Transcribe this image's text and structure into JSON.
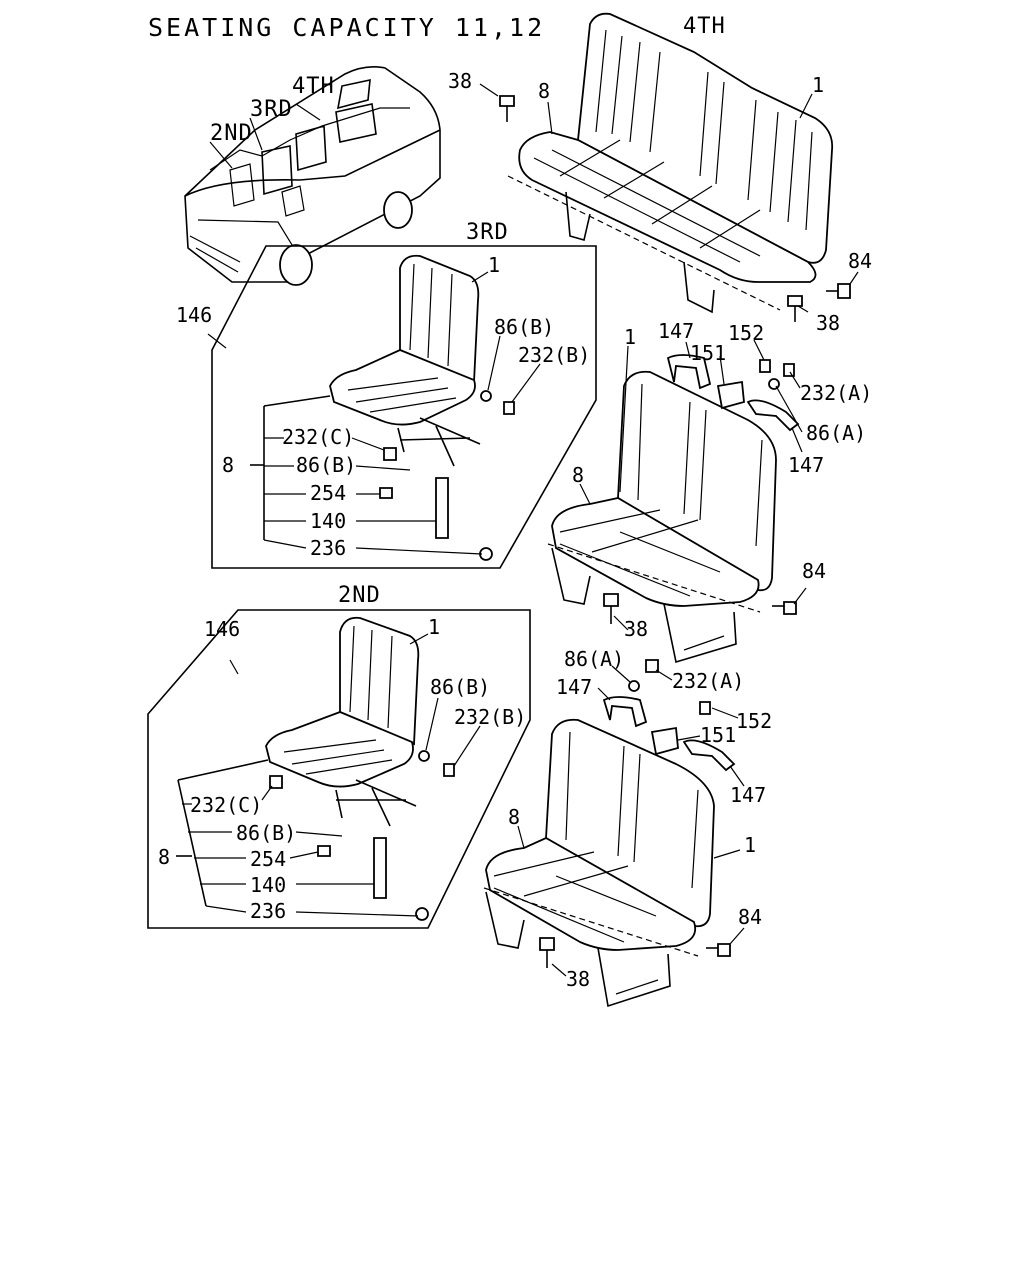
{
  "title": "SEATING CAPACITY 11,12",
  "van": {
    "row_labels": [
      "4TH",
      "3RD",
      "2ND"
    ]
  },
  "sections": {
    "fourth": {
      "heading": "4TH",
      "callouts": {
        "seat": "1",
        "cushion": "8",
        "bolt_top": "38",
        "bolt_bottom": "38",
        "bolt_side": "84"
      }
    },
    "third": {
      "heading": "3RD",
      "callouts": {
        "assembly": "146",
        "seat": "1",
        "washer": "86(B)",
        "screw": "232(B)"
      },
      "bracket_label": "8",
      "bracket_items": [
        "232(C)",
        "86(B)",
        "254",
        "140",
        "236"
      ]
    },
    "second": {
      "heading": "2ND",
      "callouts": {
        "assembly": "146",
        "seat": "1",
        "washer": "86(B)",
        "screw": "232(B)"
      },
      "bracket_label": "8",
      "bracket_items": [
        "232(C)",
        "86(B)",
        "254",
        "140",
        "236"
      ]
    },
    "middle_bench": {
      "callouts": {
        "seat": "1",
        "cushion": "8",
        "grip_left": "147",
        "cover": "151",
        "screw_152": "152",
        "screw_a": "232(A)",
        "washer_a": "86(A)",
        "grip_right": "147",
        "bolt_side": "84",
        "bolt_bottom": "38"
      }
    },
    "lower_bench": {
      "callouts": {
        "washer_a": "86(A)",
        "screw_a": "232(A)",
        "grip_left": "147",
        "screw_152": "152",
        "cover": "151",
        "grip_right": "147",
        "seat": "1",
        "cushion": "8",
        "bolt_side": "84",
        "bolt_bottom": "38"
      }
    }
  }
}
